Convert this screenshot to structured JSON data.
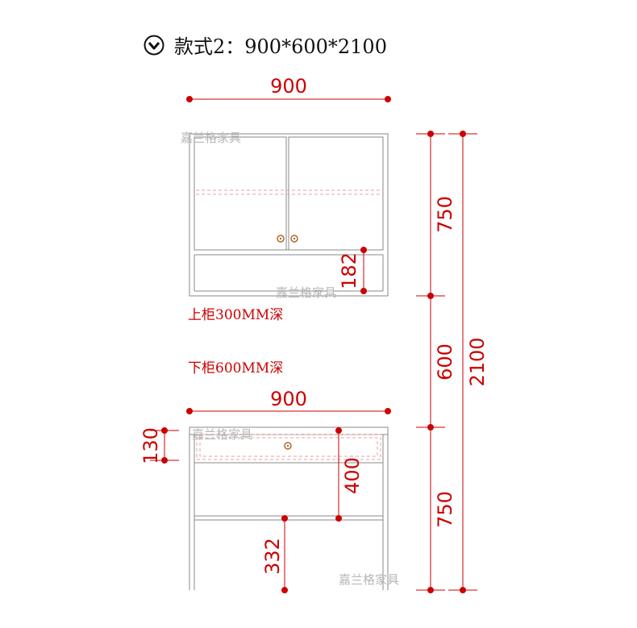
{
  "header": {
    "icon": "chevron-down-circle-icon",
    "title": "款式2：900*600*2100"
  },
  "dimensions": {
    "upper_width": "900",
    "lower_width": "900",
    "upper_height": "750",
    "middle_gap": "600",
    "lower_height": "750",
    "total_height": "2100",
    "upper_shelf": "182",
    "drawer_height": "130",
    "knee_space": "400",
    "lower_shelf": "332"
  },
  "notes": {
    "upper_depth": "上柜300MM深",
    "lower_depth": "下柜600MM深"
  },
  "watermark": "嘉兰格家具",
  "colors": {
    "dimension": "#cc0000",
    "outline": "#888888",
    "watermark": "#b8b8b8",
    "dashed": "#e8a0a0"
  }
}
